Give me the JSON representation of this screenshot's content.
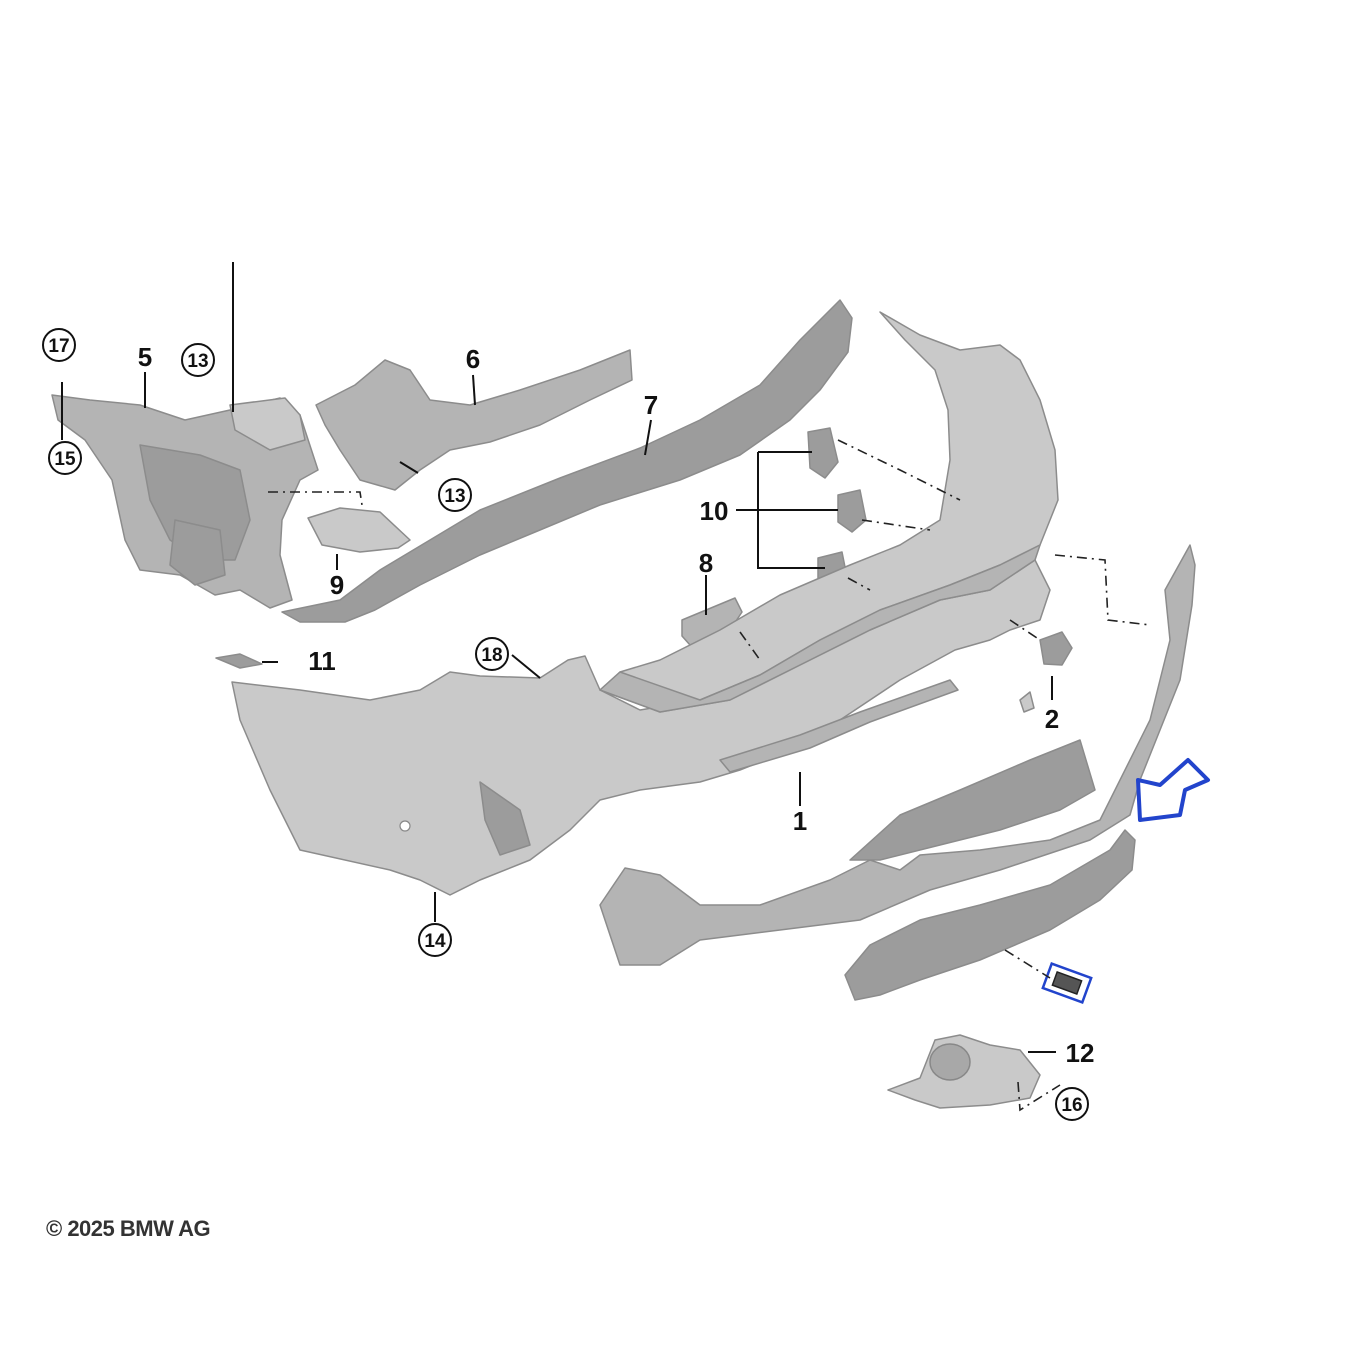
{
  "callouts": {
    "c1": "1",
    "c2": "2",
    "c5": "5",
    "c6": "6",
    "c7": "7",
    "c8": "8",
    "c9": "9",
    "c10": "10",
    "c11": "11",
    "c12": "12",
    "c13a": "13",
    "c13b": "13",
    "c14": "14",
    "c15": "15",
    "c16": "16",
    "c17": "17",
    "c18": "18"
  },
  "copyright": "© 2025 BMW AG",
  "colors": {
    "highlight_arrow": "#2244cc",
    "part_gray": "#b4b4b4",
    "line": "#111111"
  },
  "icons": {
    "highlight": "arrow-icon"
  }
}
